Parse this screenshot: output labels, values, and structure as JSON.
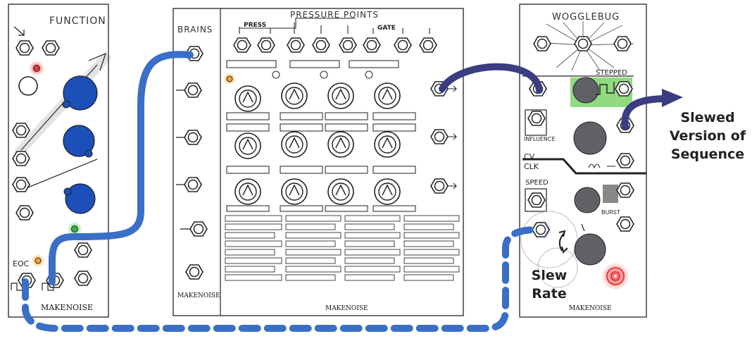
{
  "modules": {
    "function": {
      "title": "FUNCTION",
      "logo": "MAKENOISE",
      "labels": {
        "eoc": "EOC"
      }
    },
    "brains": {
      "title": "BRAINS",
      "logo": "MAKENOISE"
    },
    "pressure_points": {
      "title": "PRESSURE POINTS",
      "header_labels": {
        "press": "PRESS",
        "gate": "GATE"
      },
      "logo": "MAKENOISE"
    },
    "wogglebug": {
      "title": "WOGGLEBUG",
      "logo": "MAKENOISE",
      "labels": {
        "influence": "INFLUENCE",
        "speed": "SPEED",
        "cv": "CV",
        "clk": "CLK",
        "stepped": "STEPPED",
        "burst": "BURST"
      }
    }
  },
  "annotations": {
    "slewed": [
      "Slewed",
      "Version of",
      "Sequence"
    ],
    "slew_rate": [
      "Slew",
      "Rate"
    ]
  },
  "colors": {
    "cable_blue": "#3a6fc7",
    "cable_purple": "#3a3d80",
    "knob_blue": "#1d4fb8",
    "knob_grey": "#5f6166",
    "led_red": "#e23b3b",
    "led_green": "#39b54a",
    "led_orange": "#f2a42e",
    "highlight_green": "#7fd36a"
  }
}
